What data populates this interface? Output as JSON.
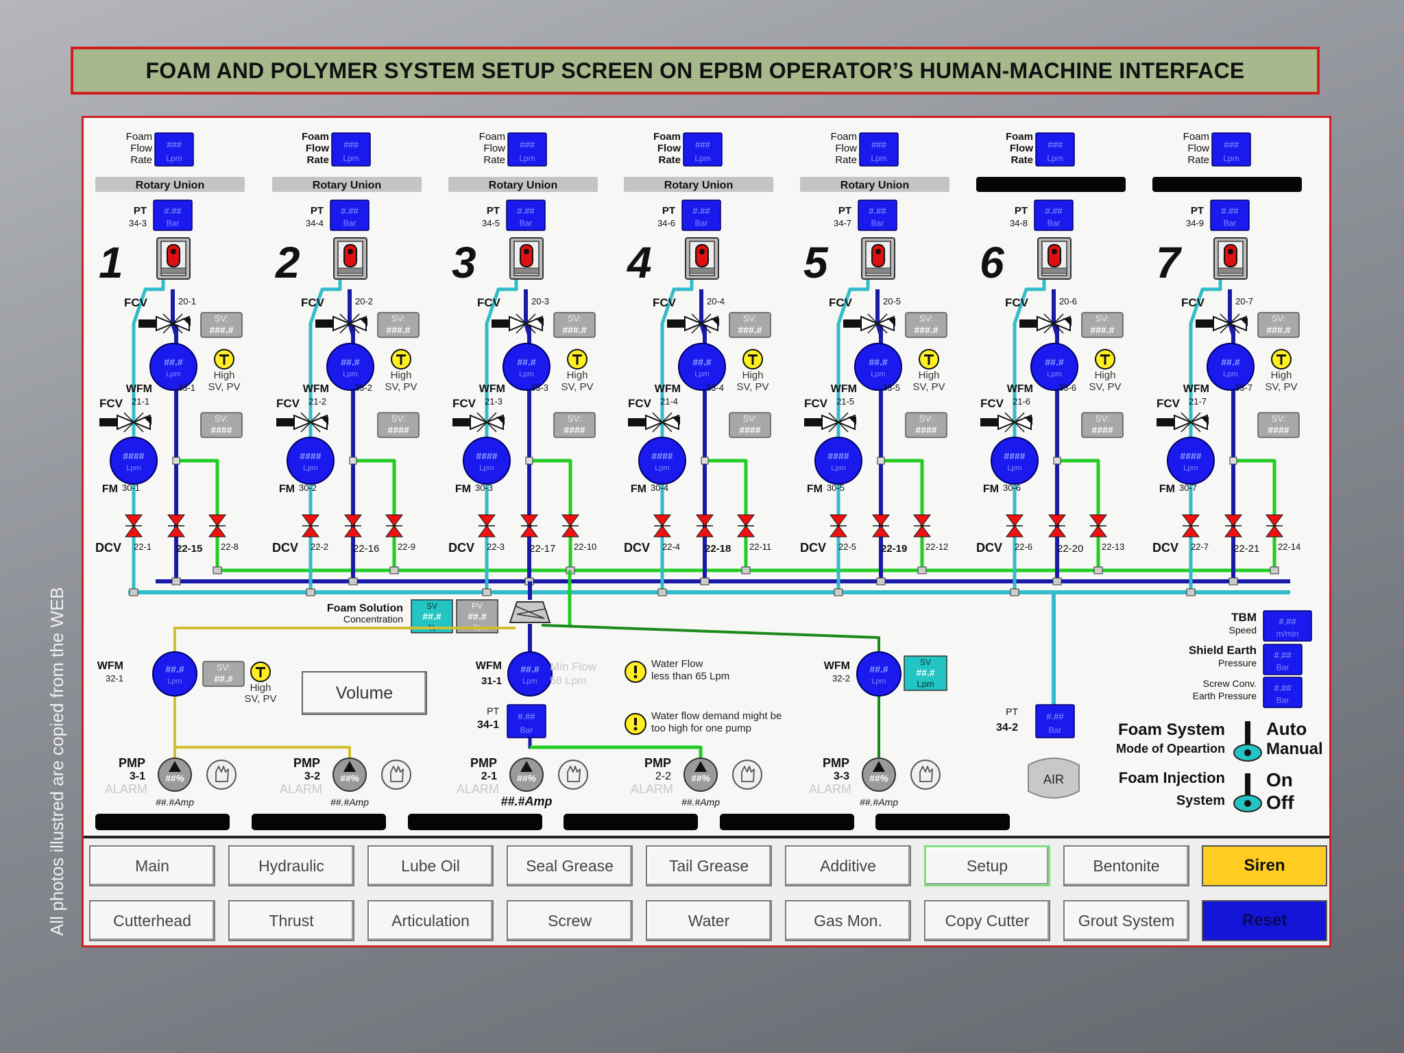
{
  "title": "FOAM  AND POLYMER SYSTEM SETUP SCREEN ON EPBM OPERATOR’S HUMAN-MACHINE INTERFACE",
  "side_caption": "All photos illustred are  copied from the WEB",
  "colors": {
    "background": "#8c8e95",
    "banner": "#a7b98c",
    "banner_border": "#d11f1f",
    "hmi_bg": "#f7f7f5",
    "blue_display": "#1a1aee",
    "cyan_pipe": "#33bbcc",
    "green_pipe": "#22cc22",
    "navy_pipe": "#1a1aa8",
    "valve_red": "#ee1111",
    "alarm_yellow": "#ffee22",
    "setpoint_teal": "#22c4c4"
  },
  "labels": {
    "foam_flow_rate": [
      "Foam",
      "Flow",
      "Rate"
    ],
    "rotary_union": "Rotary Union",
    "pt": "PT",
    "fcv": "FCV",
    "wfm": "WFM",
    "fm": "FM",
    "dcv": "DCV",
    "high": "High",
    "sv_pv": "SV, PV",
    "sv": "SV:",
    "sv_short": "SV",
    "pv_short": "PV",
    "lpm": "Lpm",
    "bar": "Bar",
    "flow_mask": "###",
    "lpm_mask": "####",
    "sv_mask_3": "###.#",
    "sv_mask_4": "####",
    "bar_mask": "#.##",
    "wfm_mask": "##.#",
    "alarm": "ALARM",
    "pmp": "PMP",
    "amp_mask": "##.#Amp",
    "pct_mask": "##%"
  },
  "lines": [
    {
      "number": "1",
      "pt_id": "34-3",
      "fcv1": "20-1",
      "wfm": "33-1",
      "fcv2": "21-1",
      "fm": "30-1",
      "dcv_a": "22-1",
      "dcv_b": "22-15",
      "dcv_c": "22-8"
    },
    {
      "number": "2",
      "pt_id": "34-4",
      "fcv1": "20-2",
      "wfm": "33-2",
      "fcv2": "21-2",
      "fm": "30-2",
      "dcv_a": "22-2",
      "dcv_b": "22-16",
      "dcv_c": "22-9"
    },
    {
      "number": "3",
      "pt_id": "34-5",
      "fcv1": "20-3",
      "wfm": "33-3",
      "fcv2": "21-3",
      "fm": "30-3",
      "dcv_a": "22-3",
      "dcv_b": "22-17",
      "dcv_c": "22-10"
    },
    {
      "number": "4",
      "pt_id": "34-6",
      "fcv1": "20-4",
      "wfm": "33-4",
      "fcv2": "21-4",
      "fm": "30-4",
      "dcv_a": "22-4",
      "dcv_b": "22-18",
      "dcv_c": "22-11"
    },
    {
      "number": "5",
      "pt_id": "34-7",
      "fcv1": "20-5",
      "wfm": "33-5",
      "fcv2": "21-5",
      "fm": "30-5",
      "dcv_a": "22-5",
      "dcv_b": "22-19",
      "dcv_c": "22-12"
    },
    {
      "number": "6",
      "pt_id": "34-8",
      "fcv1": "20-6",
      "wfm": "33-6",
      "fcv2": "21-6",
      "fm": "30-6",
      "dcv_a": "22-6",
      "dcv_b": "22-20",
      "dcv_c": "22-13"
    },
    {
      "number": "7",
      "pt_id": "34-9",
      "fcv1": "20-7",
      "wfm": "33-7",
      "fcv2": "21-7",
      "fm": "30-7",
      "dcv_a": "22-7",
      "dcv_b": "22-21",
      "dcv_c": "22-14"
    }
  ],
  "foam_solution": {
    "label": "Foam Solution",
    "sub": "Concentration",
    "sv_value": "##.#",
    "pv_value": "##.#",
    "unit": "%"
  },
  "wfm_32_1": {
    "label": "WFM",
    "id": "32-1",
    "sv": "##.#"
  },
  "wfm_31_1": {
    "label": "WFM",
    "id": "31-1",
    "min_flow": "Min Flow",
    "min_flow_val": "58 Lpm"
  },
  "wfm_32_2": {
    "label": "WFM",
    "id": "32-2",
    "sv_value": "##.#",
    "unit": "Lpm"
  },
  "pt_34_1": {
    "label": "PT",
    "id": "34-1"
  },
  "pt_34_2": {
    "label": "PT",
    "id": "34-2"
  },
  "volume_button": "Volume",
  "alerts": [
    {
      "line1": "Water Flow",
      "line2": "less than 65 Lpm"
    },
    {
      "line1": "Water flow demand might be",
      "line2": "too high for one pump"
    }
  ],
  "right_panel": {
    "tbm_speed": {
      "title": "TBM",
      "sub": "Speed",
      "value": "#.##",
      "unit": "m/min"
    },
    "shield_earth": {
      "title": "Shield Earth",
      "sub": "Pressure",
      "value": "#.##",
      "unit": "Bar"
    },
    "screw_conv": {
      "title": "Screw Conv.",
      "sub": "Earth Pressure",
      "value": "#.##",
      "unit": "Bar"
    },
    "air": "AIR"
  },
  "controls": {
    "foam_system": "Foam System",
    "mode_label": "Mode of Opeartion",
    "auto": "Auto",
    "manual": "Manual",
    "foam_injection": "Foam Injection",
    "system": "System",
    "on": "On",
    "off": "Off"
  },
  "pumps": [
    {
      "pmp": "PMP",
      "id": "3-1",
      "pct": "##%",
      "amp": "##.#Amp"
    },
    {
      "pmp": "PMP",
      "id": "3-2",
      "pct": "##%",
      "amp": "##.#Amp"
    },
    {
      "pmp": "PMP",
      "id": "2-1",
      "pct": "##%",
      "amp": "##.#Amp"
    },
    {
      "pmp": "PMP",
      "id": "2-2",
      "pct": "##%",
      "amp": "##.#Amp"
    },
    {
      "pmp": "PMP",
      "id": "3-3",
      "pct": "##%",
      "amp": "##.#Amp"
    }
  ],
  "nav": {
    "row1": [
      "Main",
      "Hydraulic",
      "Lube Oil",
      "Seal Grease",
      "Tail Grease",
      "Additive",
      "Setup",
      "Bentonite"
    ],
    "row2": [
      "Cutterhead",
      "Thrust",
      "Articulation",
      "Screw",
      "Water",
      "Gas Mon.",
      "Copy Cutter",
      "Grout System"
    ],
    "active": "Setup",
    "siren": "Siren",
    "reset": "Reset"
  }
}
